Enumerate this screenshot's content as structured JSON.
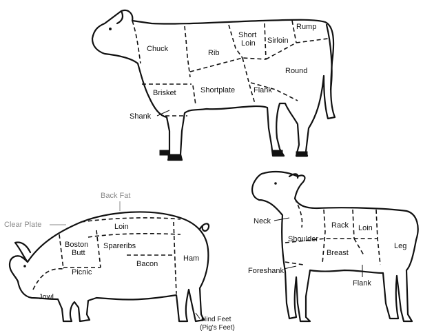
{
  "cattle": {
    "cuts": {
      "chuck": "Chuck",
      "rib": "Rib",
      "short_loin_1": "Short",
      "short_loin_2": "Loin",
      "sirloin": "Sirloin",
      "rump": "Rump",
      "round": "Round",
      "brisket": "Brisket",
      "shortplate": "Shortplate",
      "flank": "Flank",
      "shank": "Shank"
    }
  },
  "pig": {
    "cuts": {
      "back_fat": "Back Fat",
      "clear_plate": "Clear Plate",
      "loin": "Loin",
      "boston_butt_1": "Boston",
      "boston_butt_2": "Butt",
      "spareribs": "Spareribs",
      "picnic": "Picnic",
      "bacon": "Bacon",
      "ham": "Ham",
      "jowl": "Jowl",
      "hind_feet_1": "Hind Feet",
      "hind_feet_2": "(Pig's Feet)"
    }
  },
  "lamb": {
    "cuts": {
      "neck": "Neck",
      "shoulder": "Shoulder",
      "rack": "Rack",
      "loin": "Loin",
      "leg": "Leg",
      "breast": "Breast",
      "foreshank": "Foreshank",
      "flank": "Flank"
    }
  }
}
